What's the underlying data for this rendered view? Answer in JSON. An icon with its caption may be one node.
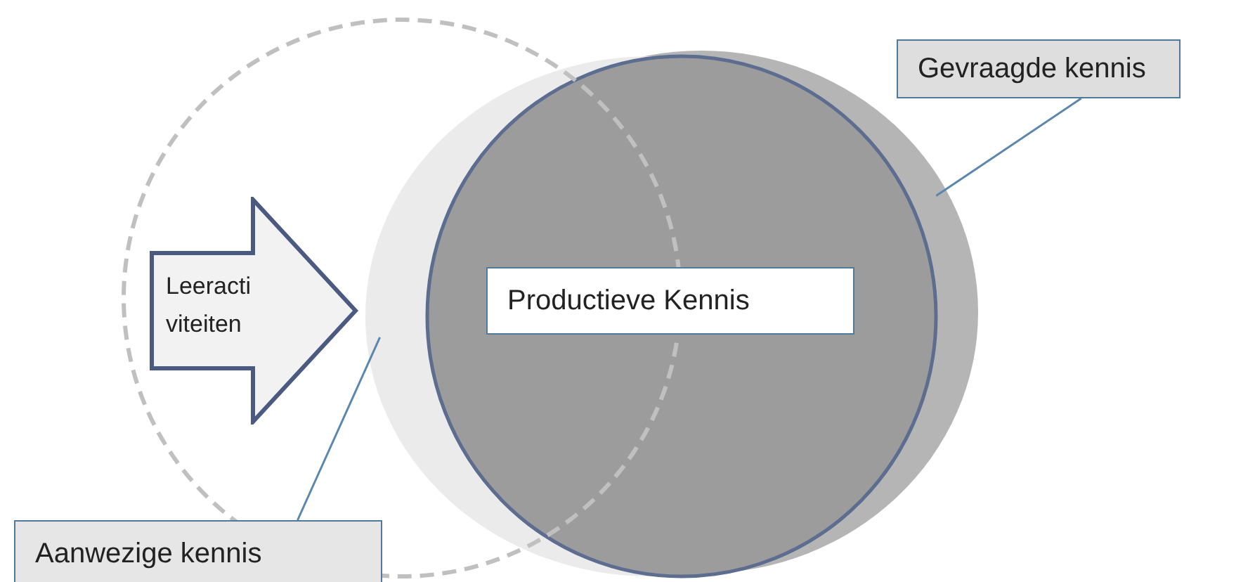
{
  "diagram": {
    "nodes": [
      {
        "text": [],
        "shape": "circle"
      },
      {
        "text": [],
        "shape": "circle"
      },
      {
        "text": [],
        "shape": "circle"
      },
      {
        "text": [],
        "shape": "circle"
      },
      {
        "text": [
          "Gevraagde kennis"
        ]
      },
      {
        "text": [
          "Aanwezige kennis"
        ]
      },
      {
        "text": [
          "Leeracti viteiten"
        ],
        "in": 0
      },
      {
        "text": [
          "Productieve Kennis"
        ],
        "in": 3
      }
    ],
    "edges": [
      {
        "from": 4,
        "to": 2,
        "arrow": "none"
      },
      {
        "from": 5,
        "to": 1,
        "arrow": "none"
      }
    ]
  }
}
